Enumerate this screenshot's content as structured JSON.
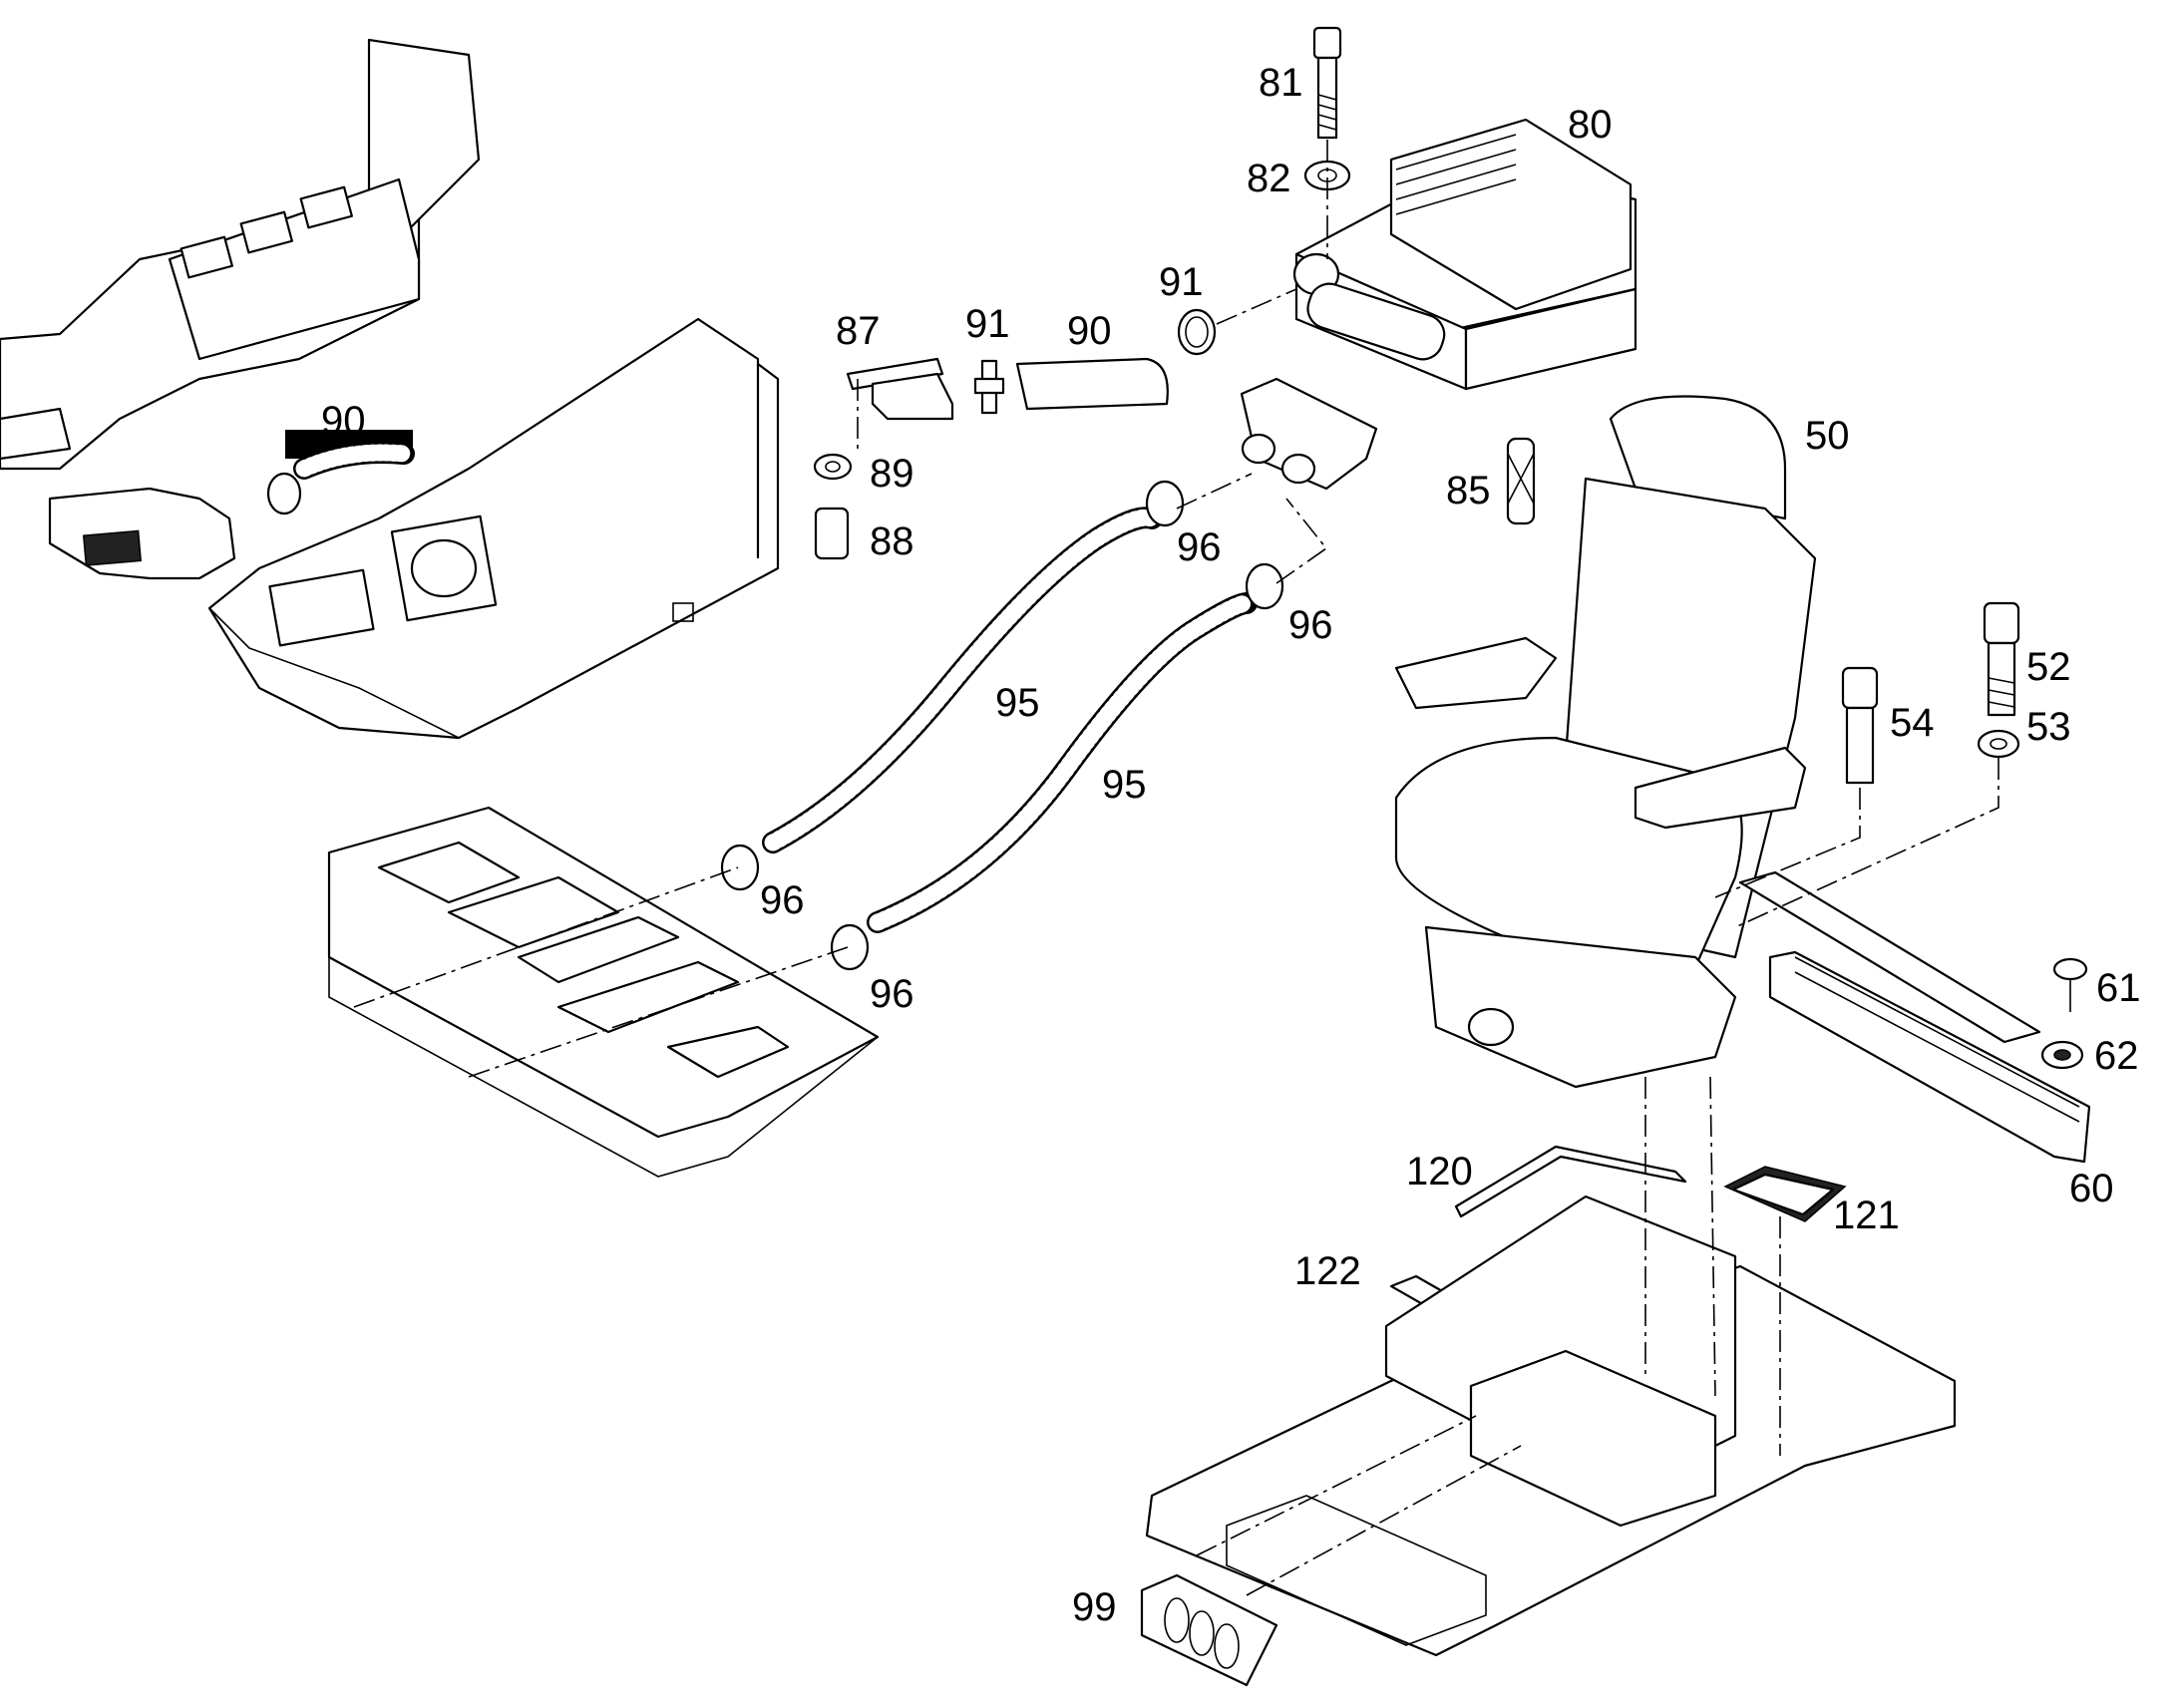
{
  "diagram": {
    "callouts": [
      "50",
      "52",
      "53",
      "54",
      "60",
      "61",
      "62",
      "80",
      "81",
      "82",
      "85",
      "87",
      "88",
      "89",
      "90",
      "90",
      "91",
      "91",
      "95",
      "95",
      "96",
      "96",
      "96",
      "96",
      "99",
      "120",
      "121",
      "122"
    ]
  },
  "colors": {
    "line": "#000000",
    "background": "#ffffff"
  }
}
